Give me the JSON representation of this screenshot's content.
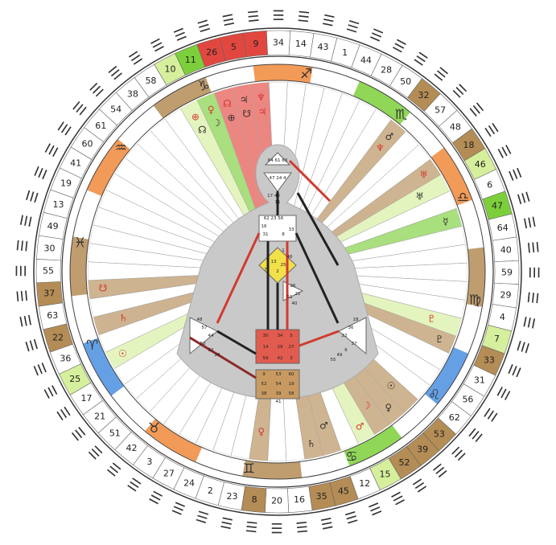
{
  "colors": {
    "red": "#e2473f",
    "lightred": "#f0a9a3",
    "green": "#7ccf3a",
    "lightgreen": "#d6ef9c",
    "orange": "#f0883a",
    "blue": "#4a8fe0",
    "brown": "#b48c55",
    "tan": "#e6cf9c",
    "grey": "#bdbdbd"
  },
  "gates": [
    {
      "label": "10",
      "color": "lightgreen"
    },
    {
      "label": "11",
      "color": "green"
    },
    {
      "label": "26",
      "color": "red"
    },
    {
      "label": "5",
      "color": "red"
    },
    {
      "label": "9",
      "color": "red"
    },
    {
      "label": "34",
      "color": "none"
    },
    {
      "label": "14",
      "color": "none"
    },
    {
      "label": "43",
      "color": "none"
    },
    {
      "label": "1",
      "color": "none"
    },
    {
      "label": "44",
      "color": "none"
    },
    {
      "label": "28",
      "color": "none"
    },
    {
      "label": "50",
      "color": "none"
    },
    {
      "label": "32",
      "color": "brown"
    },
    {
      "label": "57",
      "color": "none"
    },
    {
      "label": "48",
      "color": "none"
    },
    {
      "label": "18",
      "color": "brown"
    },
    {
      "label": "46",
      "color": "lightgreen"
    },
    {
      "label": "6",
      "color": "none"
    },
    {
      "label": "47",
      "color": "green"
    },
    {
      "label": "64",
      "color": "none"
    },
    {
      "label": "40",
      "color": "none"
    },
    {
      "label": "59",
      "color": "none"
    },
    {
      "label": "29",
      "color": "none"
    },
    {
      "label": "4",
      "color": "none"
    },
    {
      "label": "7",
      "color": "lightgreen"
    },
    {
      "label": "33",
      "color": "brown"
    },
    {
      "label": "31",
      "color": "none"
    },
    {
      "label": "56",
      "color": "none"
    },
    {
      "label": "62",
      "color": "none"
    },
    {
      "label": "53",
      "color": "brown"
    },
    {
      "label": "39",
      "color": "brown"
    },
    {
      "label": "52",
      "color": "brown"
    },
    {
      "label": "15",
      "color": "lightgreen"
    },
    {
      "label": "12",
      "color": "none"
    },
    {
      "label": "45",
      "color": "brown"
    },
    {
      "label": "35",
      "color": "brown"
    },
    {
      "label": "16",
      "color": "none"
    },
    {
      "label": "20",
      "color": "none"
    },
    {
      "label": "8",
      "color": "brown"
    },
    {
      "label": "23",
      "color": "none"
    },
    {
      "label": "2",
      "color": "none"
    },
    {
      "label": "24",
      "color": "none"
    },
    {
      "label": "27",
      "color": "none"
    },
    {
      "label": "3",
      "color": "none"
    },
    {
      "label": "42",
      "color": "none"
    },
    {
      "label": "51",
      "color": "none"
    },
    {
      "label": "21",
      "color": "none"
    },
    {
      "label": "17",
      "color": "none"
    },
    {
      "label": "25",
      "color": "lightgreen"
    },
    {
      "label": "36",
      "color": "none"
    },
    {
      "label": "22",
      "color": "brown"
    },
    {
      "label": "63",
      "color": "none"
    },
    {
      "label": "37",
      "color": "brown"
    },
    {
      "label": "55",
      "color": "none"
    },
    {
      "label": "30",
      "color": "none"
    },
    {
      "label": "49",
      "color": "none"
    },
    {
      "label": "13",
      "color": "none"
    },
    {
      "label": "19",
      "color": "none"
    },
    {
      "label": "41",
      "color": "none"
    },
    {
      "label": "60",
      "color": "none"
    },
    {
      "label": "61",
      "color": "none"
    },
    {
      "label": "54",
      "color": "none"
    },
    {
      "label": "38",
      "color": "none"
    },
    {
      "label": "58",
      "color": "none"
    }
  ],
  "signs": [
    {
      "glyph": "♑",
      "label": "capricorn"
    },
    {
      "glyph": "♐",
      "label": "sagittarius"
    },
    {
      "glyph": "♏",
      "label": "scorpio"
    },
    {
      "glyph": "♎",
      "label": "libra"
    },
    {
      "glyph": "♍",
      "label": "virgo"
    },
    {
      "glyph": "♌",
      "label": "leo"
    },
    {
      "glyph": "♋",
      "label": "cancer"
    },
    {
      "glyph": "♊",
      "label": "gemini"
    },
    {
      "glyph": "♉",
      "label": "taurus"
    },
    {
      "glyph": "♈",
      "label": "aries"
    },
    {
      "glyph": "♓",
      "label": "pisces"
    },
    {
      "glyph": "♒",
      "label": "aquarius"
    }
  ],
  "sign_band_segments": [
    {
      "color": "brown",
      "label": "capricorn-band"
    },
    {
      "color": "orange",
      "label": "sagittarius-band"
    },
    {
      "color": "green",
      "label": "scorpio-band"
    },
    {
      "color": "orange",
      "label": "libra-band"
    },
    {
      "color": "brown",
      "label": "virgo-band"
    },
    {
      "color": "blue",
      "label": "leo-band"
    },
    {
      "color": "green",
      "label": "cancer-band"
    },
    {
      "color": "brown",
      "label": "gemini-band"
    },
    {
      "color": "orange",
      "label": "taurus-band"
    },
    {
      "color": "blue",
      "label": "aries-band"
    },
    {
      "color": "brown",
      "label": "pisces-band"
    },
    {
      "color": "orange",
      "label": "aquarius-band"
    }
  ],
  "planets": [
    {
      "glyph": "⊕",
      "color": "#d23a2f"
    },
    {
      "glyph": "☽",
      "color": "#333333"
    },
    {
      "glyph": "☊",
      "color": "#d23a2f"
    },
    {
      "glyph": "☋",
      "color": "#333333"
    },
    {
      "glyph": "♆",
      "color": "#d23a2f"
    },
    {
      "glyph": "♆",
      "color": "#d23a2f"
    },
    {
      "glyph": "♅",
      "color": "#d23a2f"
    },
    {
      "glyph": "♅",
      "color": "#333333"
    },
    {
      "glyph": "☿",
      "color": "#333333"
    },
    {
      "glyph": "♇",
      "color": "#d23a2f"
    },
    {
      "glyph": "♇",
      "color": "#333333"
    },
    {
      "glyph": "☉",
      "color": "#333333"
    },
    {
      "glyph": "♀",
      "color": "#333333"
    },
    {
      "glyph": "☽",
      "color": "#d23a2f"
    },
    {
      "glyph": "♂",
      "color": "#d23a2f"
    },
    {
      "glyph": "♂",
      "color": "#333333"
    },
    {
      "glyph": "♄",
      "color": "#333333"
    },
    {
      "glyph": "♀",
      "color": "#d23a2f"
    },
    {
      "glyph": "☉",
      "color": "#d23a2f"
    },
    {
      "glyph": "♄",
      "color": "#d23a2f"
    },
    {
      "glyph": "☋",
      "color": "#d23a2f"
    },
    {
      "glyph": "☊",
      "color": "#333333"
    },
    {
      "glyph": "♀",
      "color": "#d23a2f"
    },
    {
      "glyph": "⊕",
      "color": "#333333"
    },
    {
      "glyph": "♃",
      "color": "#333333"
    },
    {
      "glyph": "♃",
      "color": "#d23a2f"
    },
    {
      "glyph": "♂",
      "color": "#333333"
    }
  ],
  "bodygraph_labels": [
    "64 61 63",
    "47 24 4",
    "17 43",
    "11",
    "62 23 56",
    "16",
    "31",
    "8",
    "33",
    "1",
    "13",
    "7",
    "2",
    "25",
    "46",
    "26",
    "21",
    "51",
    "40",
    "48",
    "57",
    "44",
    "50",
    "32",
    "28",
    "18",
    "36",
    "22",
    "37",
    "6",
    "49",
    "55",
    "30",
    "34",
    "5",
    "14",
    "29",
    "27",
    "59",
    "42",
    "3",
    "9",
    "53",
    "60",
    "52",
    "54",
    "19",
    "38",
    "39",
    "58",
    "41"
  ],
  "hexagram_symbol": "☰"
}
